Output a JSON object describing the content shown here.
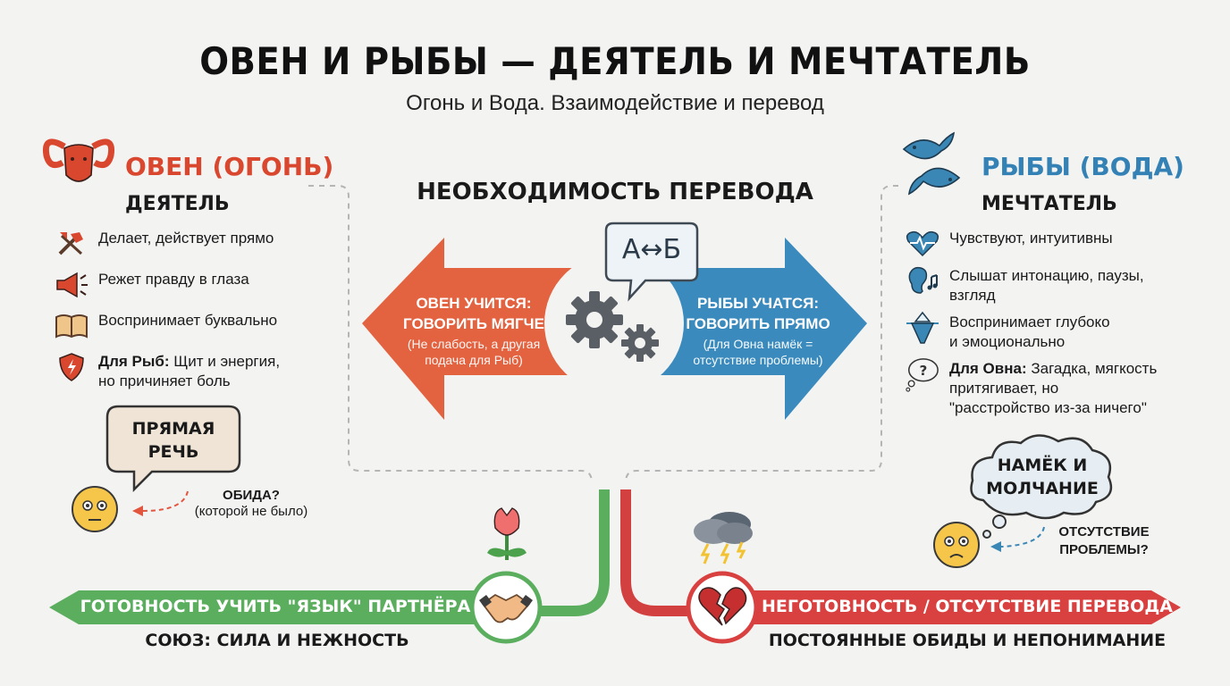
{
  "title": "ОВЕН И РЫБЫ — ДЕЯТЕЛЬ И МЕЧТАТЕЛЬ",
  "subtitle": "Огонь и Вода. Взаимодействие и перевод",
  "colors": {
    "fire": "#e2553f",
    "water": "#3a86b4",
    "green": "#5aae5e",
    "red": "#d94040",
    "aries_title": "#d9472f",
    "pisces_title": "#3482b5"
  },
  "aries": {
    "title": "ОВЕН (ОГОНЬ)",
    "role": "ДЕЯТЕЛЬ",
    "items": [
      {
        "icon": "hammer-icon",
        "text": "Делает, действует прямо"
      },
      {
        "icon": "megaphone-icon",
        "text": "Режет правду в глаза"
      },
      {
        "icon": "book-icon",
        "text": "Воспринимает буквально"
      },
      {
        "icon": "shield-icon",
        "bold": "Для Рыб:",
        "text": " Щит и энергия,",
        "text2": "но причиняет боль"
      }
    ],
    "bubble": "ПРЯМАЯ РЕЧЬ",
    "bubble_line1": "ПРЯМАЯ",
    "bubble_line2": "РЕЧЬ",
    "reaction_bold": "ОБИДА?",
    "reaction_note": "(которой не было)"
  },
  "pisces": {
    "title": "РЫБЫ (ВОДА)",
    "role": "МЕЧТАТЕЛЬ",
    "items": [
      {
        "icon": "heartbeat-icon",
        "text": "Чувствуют, интуитивны"
      },
      {
        "icon": "ear-icon",
        "text": "Слышат интонацию, паузы,",
        "text2": "взгляд"
      },
      {
        "icon": "iceberg-icon",
        "text": "Воспринимает глубоко",
        "text2": "и эмоционально"
      },
      {
        "icon": "thought-question-icon",
        "bold": "Для Овна:",
        "text": " Загадка, мягкость",
        "text2": "притягивает, но",
        "text3": "\"расстройство из-за ничего\""
      }
    ],
    "cloud_line1": "НАМЁК И",
    "cloud_line2": "МОЛЧАНИЕ",
    "reaction_line1": "ОТСУТСТВИЕ",
    "reaction_line2": "ПРОБЛЕМЫ?"
  },
  "center": {
    "heading": "НЕОБХОДИМОСТЬ ПЕРЕВОДА",
    "translate_label": "А↔Б",
    "left_arrow": {
      "line1": "ОВЕН УЧИТСЯ:",
      "line2": "ГОВОРИТЬ МЯГЧЕ",
      "note1": "(Не слабость, а другая",
      "note2": "подача для Рыб)"
    },
    "right_arrow": {
      "line1": "РЫБЫ УЧАТСЯ:",
      "line2": "ГОВОРИТЬ ПРЯМО",
      "note1": "(Для Овна намёк =",
      "note2": "отсутствие проблемы)"
    }
  },
  "bottom": {
    "left_bar": "ГОТОВНОСТЬ УЧИТЬ \"ЯЗЫК\" ПАРТНЁРА",
    "left_caption": "СОЮЗ: СИЛА И НЕЖНОСТЬ",
    "right_bar": "НЕГОТОВНОСТЬ / ОТСУТСТВИЕ ПЕРЕВОДА",
    "right_caption": "ПОСТОЯННЫЕ ОБИДЫ И НЕПОНИМАНИЕ"
  }
}
